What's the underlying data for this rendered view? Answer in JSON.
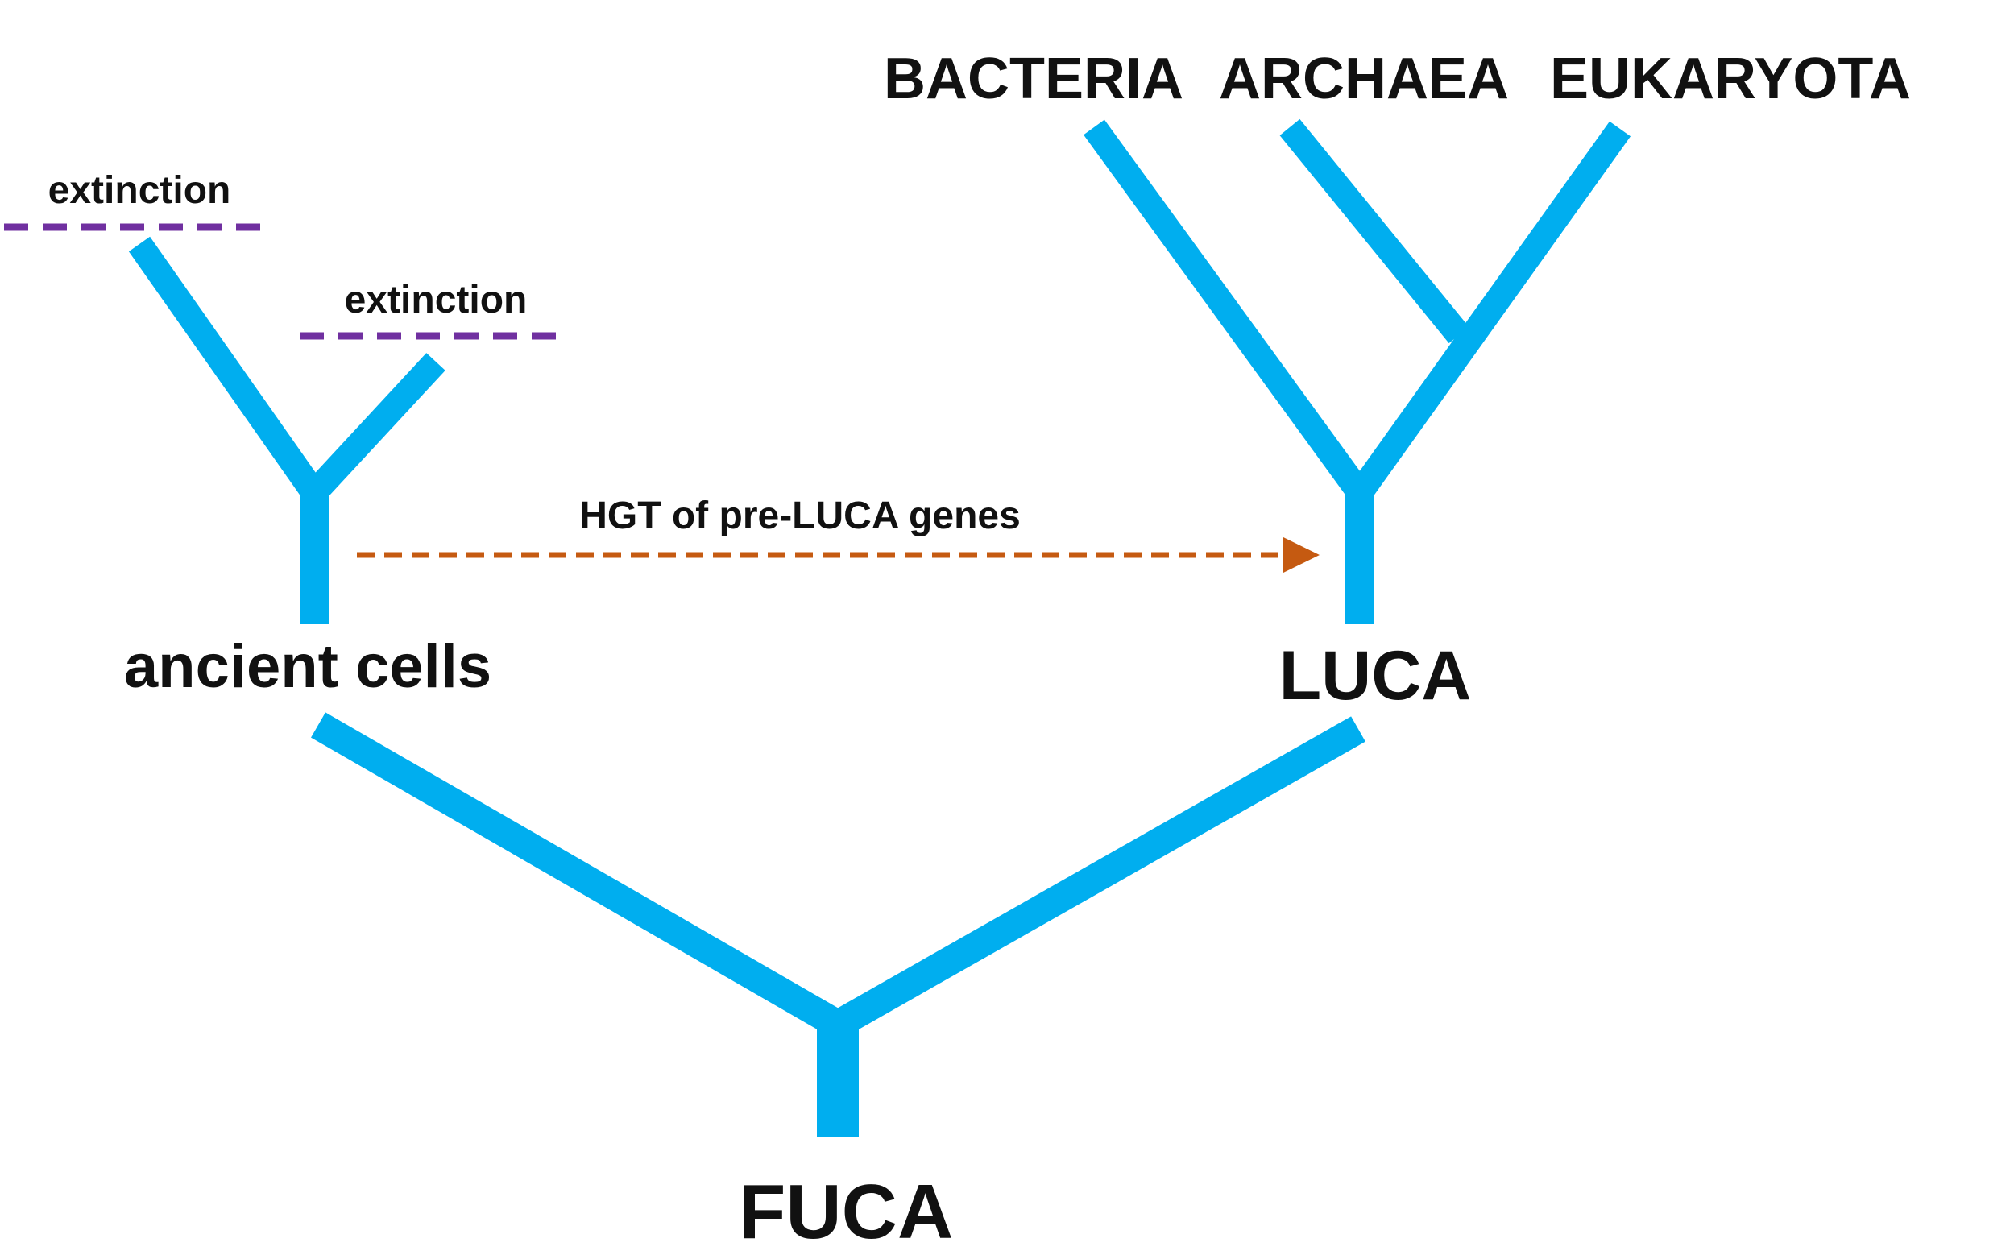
{
  "labels": {
    "bacteria": "BACTERIA",
    "archaea": "ARCHAEA",
    "eukaryota": "EUKARYOTA",
    "extinction_1": "extinction",
    "extinction_2": "extinction",
    "hgt": "HGT of pre-LUCA genes",
    "ancient_cells": "ancient cells",
    "luca": "LUCA",
    "fuca": "FUCA"
  },
  "colors": {
    "branch": "#00aeef",
    "extinction_line": "#7030a0",
    "hgt_arrow": "#c55a11",
    "text": "#111111",
    "background": "#ffffff"
  }
}
